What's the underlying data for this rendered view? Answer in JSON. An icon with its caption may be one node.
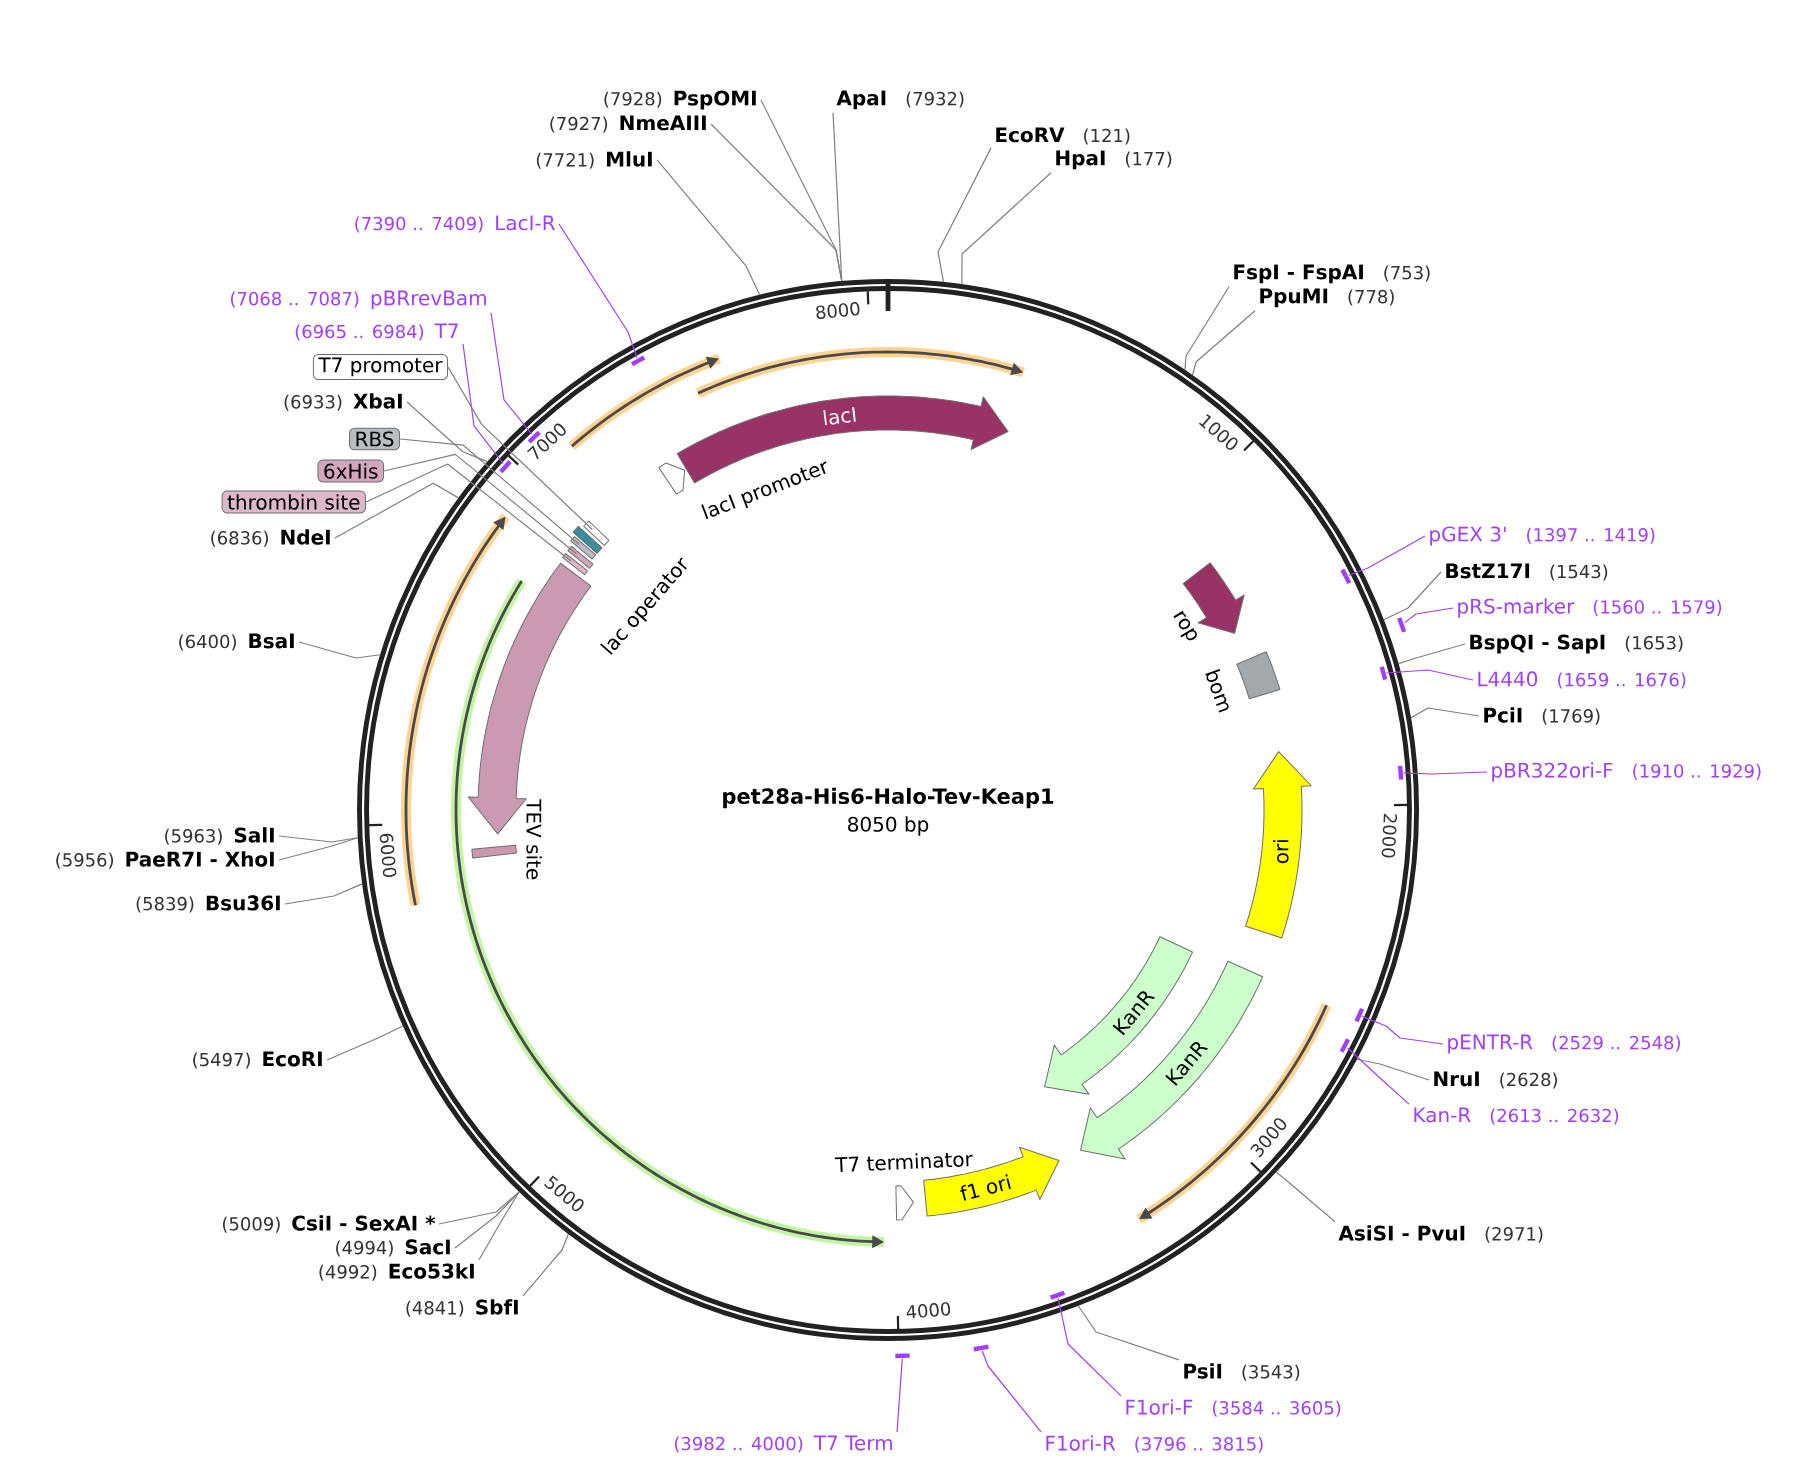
{
  "diagram": {
    "nodes": [
      {
        "text": [
          "pet28a-His6-Halo-Tev-Keap1",
          "8050 bp"
        ]
      },
      {
        "text": [],
        "shape": "arrow",
        "in": 0
      },
      {
        "text": [],
        "shape": "arrow",
        "in": 0
      },
      {
        "text": [
          "lacI"
        ],
        "in": 0
      },
      {
        "text": [
          "lacI promoter"
        ],
        "in": 0
      },
      {
        "text": [],
        "shape": "bar",
        "in": 0
      },
      {
        "text": [
          "lac operator"
        ],
        "in": 0
      },
      {
        "text": [],
        "shape": "bar",
        "in": 0
      },
      {
        "text": [],
        "shape": "bar",
        "in": 0
      },
      {
        "text": [],
        "shape": "bar",
        "in": 0
      },
      {
        "text": [],
        "shape": "arrow",
        "in": 0
      },
      {
        "text": [],
        "shape": "arrow",
        "in": 0
      },
      {
        "text": [],
        "shape": "arrow",
        "in": 0
      },
      {
        "text": [
          "TEV site"
        ],
        "in": 11
      },
      {
        "text": [
          "rop"
        ],
        "in": 0
      },
      {
        "text": [
          "bom"
        ],
        "in": 0
      },
      {
        "text": [
          "ori"
        ],
        "in": 0
      },
      {
        "text": [
          "KanR"
        ],
        "in": 0
      },
      {
        "text": [
          "KanR"
        ],
        "in": 0
      },
      {
        "text": [],
        "shape": "arrow",
        "in": 0
      },
      {
        "text": [
          "T7 terminator"
        ],
        "in": 0
      },
      {
        "text": [
          "f1 ori"
        ],
        "in": 0
      },
      {
        "text": [
          "(7928)",
          "PspOMI"
        ]
      },
      {
        "text": [
          "ApaI",
          "(7932)"
        ]
      },
      {
        "text": [
          "(7927)",
          "NmeAIII"
        ]
      },
      {
        "text": [
          "EcoRV",
          "(121)"
        ]
      },
      {
        "text": [
          "(7721)",
          "MluI"
        ]
      },
      {
        "text": [
          "HpaI",
          "(177)"
        ]
      },
      {
        "text": [
          "(7390 .. 7409)",
          "LacI-R"
        ]
      },
      {
        "text": [
          "FspI - FspAI",
          "(753)"
        ]
      },
      {
        "text": [
          "PpuMI",
          "(778)"
        ]
      },
      {
        "text": [
          "(7068 .. 7087)",
          "pBRrevBam"
        ]
      },
      {
        "text": [
          "(6965 .. 6984)",
          "T7"
        ]
      },
      {
        "text": [
          "T7 promoter"
        ]
      },
      {
        "text": [
          "(6933)",
          "XbaI"
        ]
      },
      {
        "text": [
          "RBS"
        ]
      },
      {
        "text": [
          "6xHis"
        ]
      },
      {
        "text": [
          "thrombin site"
        ]
      },
      {
        "text": [
          "pGEX 3'",
          "(1397 .. 1419)"
        ]
      },
      {
        "text": [
          "(6836)",
          "NdeI"
        ]
      },
      {
        "text": [
          "BstZ17I",
          "(1543)"
        ]
      },
      {
        "text": [
          "pRS-marker",
          "(1560 .. 1579)"
        ]
      },
      {
        "text": [
          "(6400)",
          "BsaI"
        ]
      },
      {
        "text": [
          "BspQI - SapI",
          "(1653)"
        ]
      },
      {
        "text": [
          "L4440",
          "(1659 .. 1676)"
        ]
      },
      {
        "text": [
          "PciI",
          "(1769)"
        ]
      },
      {
        "text": [
          "pBR322ori-F",
          "(1910 .. 1929)"
        ]
      },
      {
        "text": [
          "(5963)",
          "SalI"
        ]
      },
      {
        "text": [
          "(5956)",
          "PaeR7I - XhoI"
        ]
      },
      {
        "text": [
          "(5839)",
          "Bsu36I"
        ]
      },
      {
        "text": [
          "pENTR-R",
          "(2529 .. 2548)"
        ]
      },
      {
        "text": [
          "(5497)",
          "EcoRI"
        ]
      },
      {
        "text": [
          "NruI",
          "(2628)"
        ]
      },
      {
        "text": [
          "Kan-R",
          "(2613 .. 2632)"
        ]
      },
      {
        "text": [
          "(5009)",
          "CsiI - SexAI *"
        ]
      },
      {
        "text": [
          "AsiSI - PvuI",
          "(2971)"
        ]
      },
      {
        "text": [
          "(4994)",
          "SacI"
        ]
      },
      {
        "text": [
          "(4992)",
          "Eco53kI"
        ]
      },
      {
        "text": [
          "(4841)",
          "SbfI"
        ]
      },
      {
        "text": [
          "PsiI",
          "(3543)"
        ]
      },
      {
        "text": [
          "F1ori-F",
          "(3584 .. 3605)"
        ]
      },
      {
        "text": [
          "(3982 .. 4000)",
          "T7 Term"
        ]
      },
      {
        "text": [
          "F1ori-R",
          "(3796 .. 3815)"
        ]
      },
      {
        "text": [],
        "shape": "bar",
        "in": 0
      },
      {
        "text": [],
        "shape": "bar",
        "in": 0
      },
      {
        "text": [],
        "shape": "bar",
        "in": 0
      },
      {
        "text": [],
        "shape": "bar",
        "in": 0
      },
      {
        "text": [],
        "shape": "bar",
        "in": 0
      },
      {
        "text": [],
        "shape": "bar",
        "in": 0
      },
      {
        "text": [],
        "shape": "bar",
        "in": 0
      },
      {
        "text": [],
        "shape": "bar",
        "in": 0
      },
      {
        "text": [],
        "shape": "bar",
        "in": 0
      },
      {
        "text": [],
        "shape": "bar",
        "in": 0
      },
      {
        "text": [],
        "shape": "bar"
      },
      {
        "text": [],
        "shape": "bar"
      }
    ],
    "edges": [
      {
        "from": 22,
        "to": 0,
        "arrow": "none"
      },
      {
        "from": 23,
        "to": 0,
        "arrow": "none"
      },
      {
        "from": 24,
        "to": 0,
        "arrow": "none"
      },
      {
        "from": 25,
        "to": 0,
        "arrow": "none"
      },
      {
        "from": 26,
        "to": 0,
        "arrow": "none"
      },
      {
        "from": 27,
        "to": 0,
        "arrow": "none"
      },
      {
        "from": 28,
        "to": 63,
        "arrow": "none",
        "color": "#a040ff"
      },
      {
        "from": 29,
        "to": 0,
        "arrow": "none"
      },
      {
        "from": 30,
        "to": 0,
        "arrow": "none"
      },
      {
        "from": 31,
        "to": 64,
        "arrow": "none",
        "color": "#a040ff"
      },
      {
        "from": 32,
        "to": 65,
        "arrow": "none",
        "color": "#a040ff"
      },
      {
        "from": 33,
        "to": 5,
        "arrow": "none"
      },
      {
        "from": 34,
        "to": 0,
        "arrow": "none"
      },
      {
        "from": 35,
        "to": 7,
        "arrow": "none"
      },
      {
        "from": 36,
        "to": 8,
        "arrow": "none"
      },
      {
        "from": 37,
        "to": 9,
        "arrow": "none"
      },
      {
        "from": 38,
        "to": 66,
        "arrow": "none",
        "color": "#a040ff"
      },
      {
        "from": 39,
        "to": 0,
        "arrow": "none"
      },
      {
        "from": 40,
        "to": 0,
        "arrow": "none"
      },
      {
        "from": 41,
        "to": 67,
        "arrow": "none",
        "color": "#a040ff"
      },
      {
        "from": 42,
        "to": 0,
        "arrow": "none"
      },
      {
        "from": 43,
        "to": 0,
        "arrow": "none"
      },
      {
        "from": 44,
        "to": 68,
        "arrow": "none",
        "color": "#a040ff"
      },
      {
        "from": 45,
        "to": 0,
        "arrow": "none"
      },
      {
        "from": 46,
        "to": 69,
        "arrow": "none",
        "color": "#a040ff"
      },
      {
        "from": 47,
        "to": 0,
        "arrow": "none"
      },
      {
        "from": 48,
        "to": 0,
        "arrow": "none"
      },
      {
        "from": 49,
        "to": 0,
        "arrow": "none"
      },
      {
        "from": 50,
        "to": 70,
        "arrow": "none",
        "color": "#a040ff"
      },
      {
        "from": 51,
        "to": 0,
        "arrow": "none"
      },
      {
        "from": 52,
        "to": 0,
        "arrow": "none"
      },
      {
        "from": 53,
        "to": 71,
        "arrow": "none",
        "color": "#a040ff"
      },
      {
        "from": 54,
        "to": 0,
        "arrow": "none"
      },
      {
        "from": 55,
        "to": 0,
        "arrow": "none"
      },
      {
        "from": 56,
        "to": 0,
        "arrow": "none"
      },
      {
        "from": 57,
        "to": 0,
        "arrow": "none"
      },
      {
        "from": 58,
        "to": 0,
        "arrow": "none"
      },
      {
        "from": 59,
        "to": 0,
        "arrow": "none"
      },
      {
        "from": 60,
        "to": 72,
        "arrow": "none",
        "color": "#a040ff"
      },
      {
        "from": 61,
        "to": 74,
        "arrow": "none",
        "color": "#a040ff"
      },
      {
        "from": 62,
        "to": 73,
        "arrow": "none",
        "color": "#a040ff"
      }
    ],
    "labels": [
      "8000",
      "1000",
      "7000",
      "2000",
      "6000",
      "3000",
      "5000",
      "4000"
    ]
  }
}
